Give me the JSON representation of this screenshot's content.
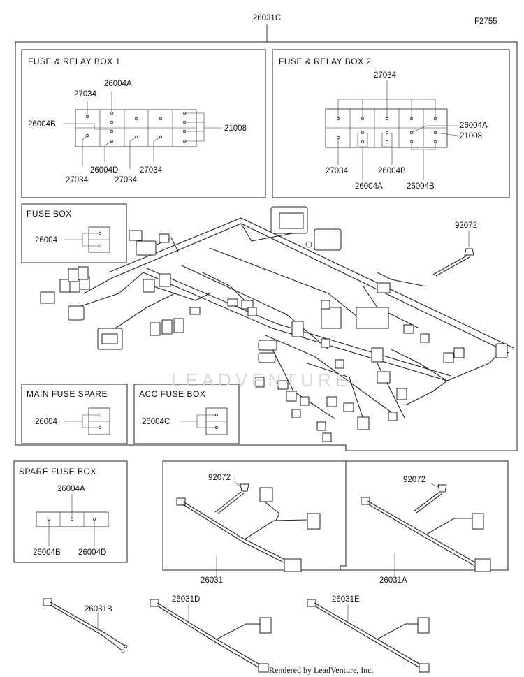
{
  "figure_code": "F2755",
  "footer": "Rendered by LeadVenture, Inc.",
  "watermark": "LEADVENTURE",
  "main_assembly": {
    "part": "26031C"
  },
  "fuse_relay_box_1": {
    "title": "FUSE & RELAY BOX 1",
    "labels": [
      "26004A",
      "27034",
      "26004B",
      "21008",
      "26004D",
      "27034",
      "27034",
      "27034"
    ]
  },
  "fuse_relay_box_2": {
    "title": "FUSE & RELAY BOX 2",
    "labels": [
      "27034",
      "26004A",
      "21008",
      "27034",
      "26004B",
      "26004A",
      "26004B"
    ]
  },
  "fuse_box": {
    "title": "FUSE BOX",
    "part": "26004"
  },
  "clip_part": "92072",
  "main_fuse_spare": {
    "title": "MAIN FUSE SPARE",
    "part": "26004"
  },
  "acc_fuse_box": {
    "title": "ACC FUSE BOX",
    "part": "26004C"
  },
  "spare_fuse_box": {
    "title": "SPARE FUSE BOX",
    "labels": [
      "26004A",
      "26004B",
      "26004D"
    ]
  },
  "sub_harness_1": {
    "part": "26031",
    "clip": "92072"
  },
  "sub_harness_2": {
    "part": "26031A",
    "clip": "92072"
  },
  "loose_harnesses": [
    "26031B",
    "26031D",
    "26031E"
  ]
}
